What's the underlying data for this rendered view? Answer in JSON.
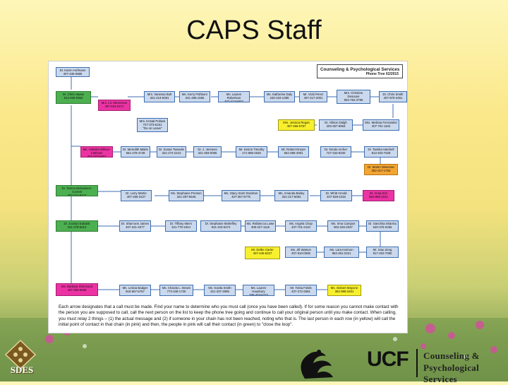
{
  "slide": {
    "title": "CAPS Staff"
  },
  "header": {
    "title": "Counseling & Psychological Services",
    "subtitle": "Phone Tree 02/2015"
  },
  "nodes": {
    "top": {
      "name": "Dr. Karen Hofmann",
      "phone": "407-435-0885"
    },
    "n_haase": {
      "name": "Dr. Chris Haase",
      "phone": "813-928-0963"
    },
    "n_stevenson": {
      "name": "Mrs. Liz Stevenson",
      "phone": "407-616-0471"
    },
    "n_padilla": {
      "name": "Mrs. Vanessa Bolt",
      "phone": "321-213-9281"
    },
    "n_fishburn": {
      "name": "Ms. Kerry Fishburn",
      "phone": "341-486-1555"
    },
    "n_robertson": {
      "name": "Ms. Lauren Robertson",
      "phone": "407-413-9402"
    },
    "n_daly": {
      "name": "Ms. Katherine Daly",
      "phone": "240-434-1389"
    },
    "n_vicky": {
      "name": "Mr. Vicki Perez",
      "phone": "407-417-2001"
    },
    "n_desousa": {
      "name": "Mrs. Christine Desouse",
      "phone": "904-762-3796"
    },
    "n_smith": {
      "name": "Dr. Chris Smith",
      "phone": "407-970-4451"
    },
    "n_pollack": {
      "name": "Mrs. Kristal Pollack",
      "phone": "727-373-6151",
      "note": "\"Do on Leave\""
    },
    "n_regan": {
      "name": "Mrs. Jessica Regan",
      "phone": "407-496-5757"
    },
    "n_dalglish": {
      "name": "Dr. Allison Dalgh",
      "phone": "203-457-5963"
    },
    "n_fernandez": {
      "name": "Mrs. Melissa Fernandez",
      "phone": "407-701-1162"
    },
    "n_wilson": {
      "name": "Ms. Valeska Wilson-Cathcart",
      "phone": "407-463-5953"
    },
    "n_makin": {
      "name": "Dr. Meredith Makin",
      "phone": "651-478-4749"
    },
    "n_tweedie": {
      "name": "Dr. Susan Tweedie",
      "phone": "321-274-2413"
    },
    "n_jenness": {
      "name": "Dr. J. Jenness",
      "phone": "321-393-0055"
    },
    "n_timothy": {
      "name": "Mr. Keiron Timothy",
      "phone": "171-586-4546"
    },
    "n_dreyer": {
      "name": "Mr. Robert Dreyer",
      "phone": "561-596-4091"
    },
    "n_archer": {
      "name": "Dr. Nicole Archer",
      "phone": "727-432-8340"
    },
    "n_hatchell": {
      "name": "Dr. Tamika Hatchell",
      "phone": "813-403-7528"
    },
    "n_wiseman": {
      "name": "Dr. Martin Wiseman",
      "phone": "352-317-1763"
    },
    "n_mcfarlane": {
      "name": "Dr. Tamra Michaelsen-Cornett",
      "phone": "407-221-9447"
    },
    "n_martin": {
      "name": "Dr. Larry Martin",
      "phone": "407-456-3427"
    },
    "n_preston": {
      "name": "Ms. Stephanie Preston",
      "phone": "321-287-6646"
    },
    "n_stockton": {
      "name": "Ms. Stacy Seitz-Stockton",
      "phone": "407-367-9775"
    },
    "n_bailey": {
      "name": "Ms. Amanda Bailey",
      "phone": "321-217-5084"
    },
    "n_arnold": {
      "name": "Dr. Whitt Arnold",
      "phone": "407-628-4316"
    },
    "n_kim": {
      "name": "Dr. Anna Kim",
      "phone": "864-866-3241"
    },
    "n_eubank": {
      "name": "Dr. Jocelyn Eubank",
      "phone": "321-278-5613"
    },
    "n_james": {
      "name": "Dr. Shari-ann James",
      "phone": "407-221-4077"
    },
    "n_myers": {
      "name": "Dr. Tiffany Miers",
      "phone": "321-779-1944"
    },
    "n_maheffey": {
      "name": "Dr. Stephanie Maheffey",
      "phone": "941-423-6474"
    },
    "n_lowe": {
      "name": "Ms. Rebbecca Lowe",
      "phone": "305-227-1115"
    },
    "n_chop": {
      "name": "Ms. Angela Chop",
      "phone": "407-701-2410"
    },
    "n_campos": {
      "name": "Ms. Irma Campos",
      "phone": "904-226-2037"
    },
    "n_sharma": {
      "name": "Dr. Sanchita Sharma",
      "phone": "540-375-0256"
    },
    "n_carter": {
      "name": "Mr. Delbe Carter",
      "phone": "407-446-6227"
    },
    "n_watson": {
      "name": "Ms. Jill Watson",
      "phone": "407-610-0935"
    },
    "n_harmon": {
      "name": "Ms. Lara Harmon",
      "phone": "954-261-2221"
    },
    "n_zeng": {
      "name": "Mr. Xiao Zeng",
      "phone": "917-402-7080"
    },
    "n_sherwood": {
      "name": "Ms. Barbara Sherwood",
      "phone": "407-383-0848"
    },
    "n_badger": {
      "name": "Ms. Leticia Badger",
      "phone": "818-667-5767"
    },
    "n_brown": {
      "name": "Ms. Charda L. Brown",
      "phone": "773-349-1730"
    },
    "n_smithk": {
      "name": "Ms. Kavita Smith",
      "phone": "321-337-4995"
    },
    "n_hansbury": {
      "name": "Ms. Lauren Hausbury",
      "phone": "786-404-5223"
    },
    "n_fields": {
      "name": "Mr. Tortia Fields",
      "phone": "407-272-2581"
    },
    "n_mayorie": {
      "name": "Ms. Gisbert Mayorie",
      "phone": "352-988-3401"
    }
  },
  "instructions": "Each arrow designates that a call must be made. Find your name to determine who you must call (once you have been called). If for some reason you cannot make contact with the person you are supposed to call, call the next person on the list to keep the phone tree going and continue to call your original person until you make contact. When calling, you must relay 2 things – (1) the actual message and (2) if someone in your chain has not been reached, noting who that is. The last person in each row (in yellow) will call the initial point of contact in that chain (in pink) and then, the people in pink will call their contact (in green) to \"close the loop\".",
  "logos": {
    "sdes": "SDES",
    "ucf": "UCF",
    "caps_line1": "Counseling &",
    "caps_line2": "Psychological Services"
  }
}
